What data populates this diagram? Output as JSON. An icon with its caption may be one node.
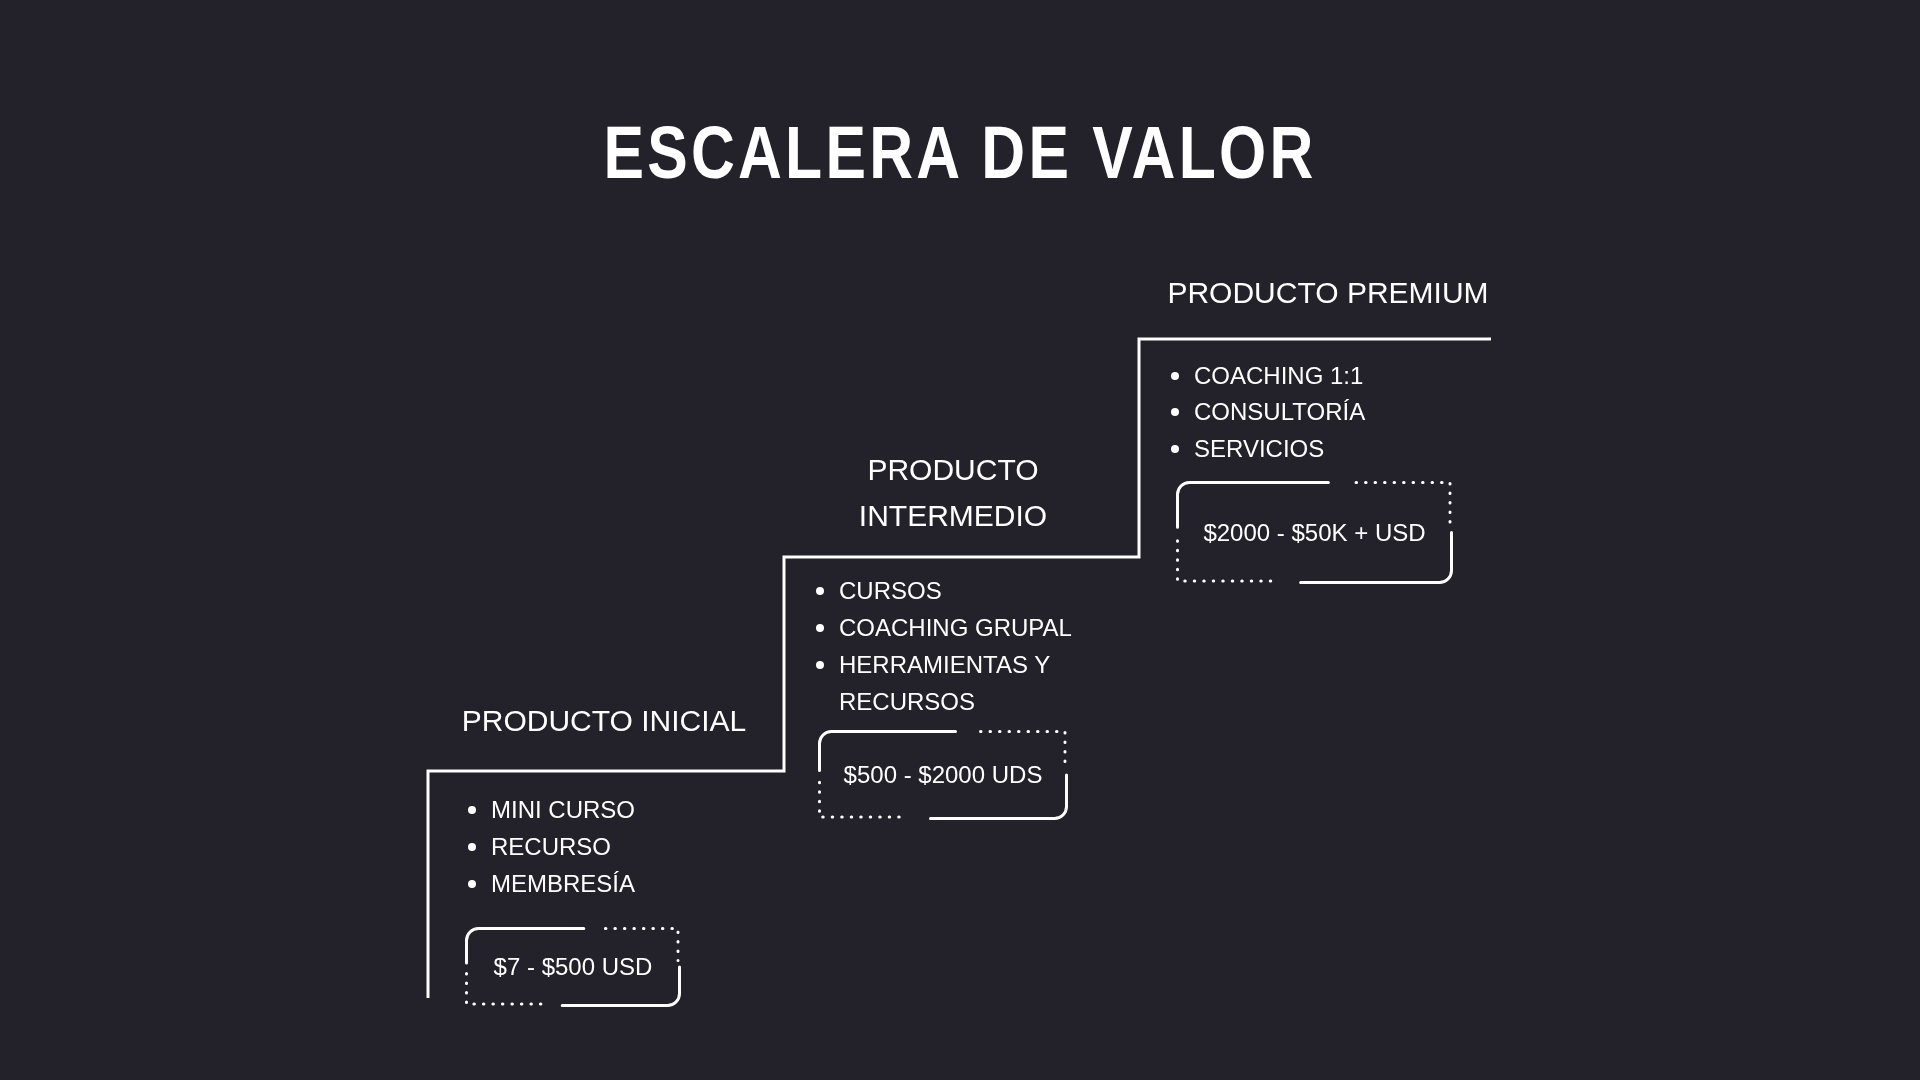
{
  "diagram": {
    "title": "ESCALERA DE VALOR",
    "nodes": [
      {
        "text": [
          "$2000 - $50K + USD"
        ]
      },
      {
        "text": [
          "$500 - $2000 UDS"
        ]
      },
      {
        "text": [
          "$7 - $500 USD"
        ]
      }
    ],
    "labels": [
      "PRODUCTO PREMIUM",
      "COACHING 1:1",
      "CONSULTORÍA",
      "SERVICIOS",
      "PRODUCTO INTERMEDIO",
      "CURSOS",
      "COACHING GRUPAL",
      "HERRAMIENTAS Y RECURSOS",
      "PRODUCTO INICIAL",
      "MINI CURSO",
      "RECURSO",
      "MEMBRESÍA"
    ]
  }
}
